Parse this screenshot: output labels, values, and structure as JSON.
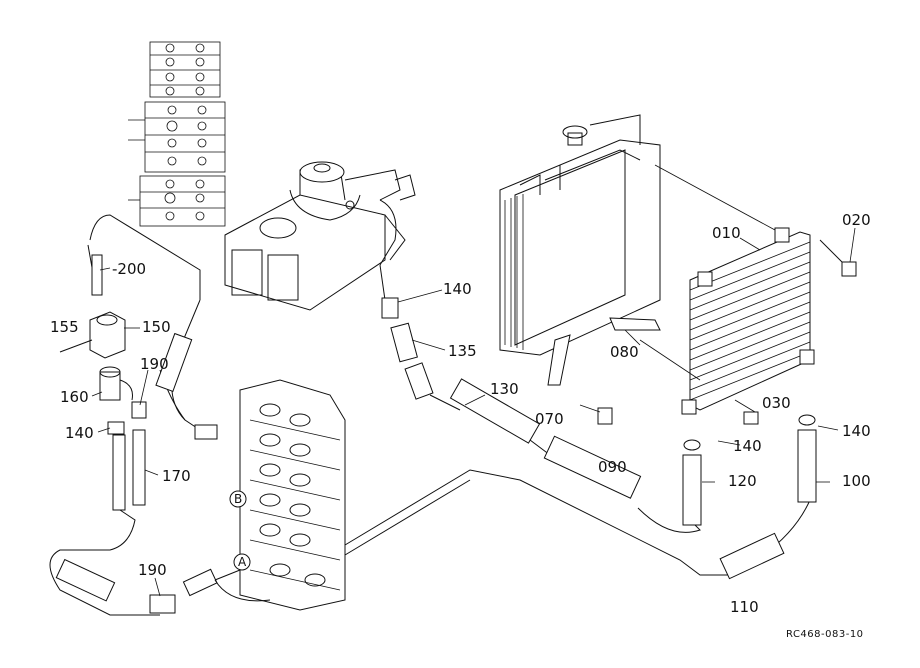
{
  "callouts": {
    "c010": "010",
    "c020": "020",
    "c030": "030",
    "c070": "070",
    "c080": "080",
    "c090": "090",
    "c100": "100",
    "c110": "110",
    "c120": "120",
    "c130": "130",
    "c135": "135",
    "c140_top": "140",
    "c140_left": "140",
    "c140_mid": "140",
    "c140_right": "140",
    "c150": "150",
    "c155": "155",
    "c160": "160",
    "c170": "170",
    "c190_top": "190",
    "c190_bottom": "190",
    "c200": "-200"
  },
  "markers": {
    "a": "A",
    "b": "B"
  },
  "reference_code": "RC468-083-10"
}
